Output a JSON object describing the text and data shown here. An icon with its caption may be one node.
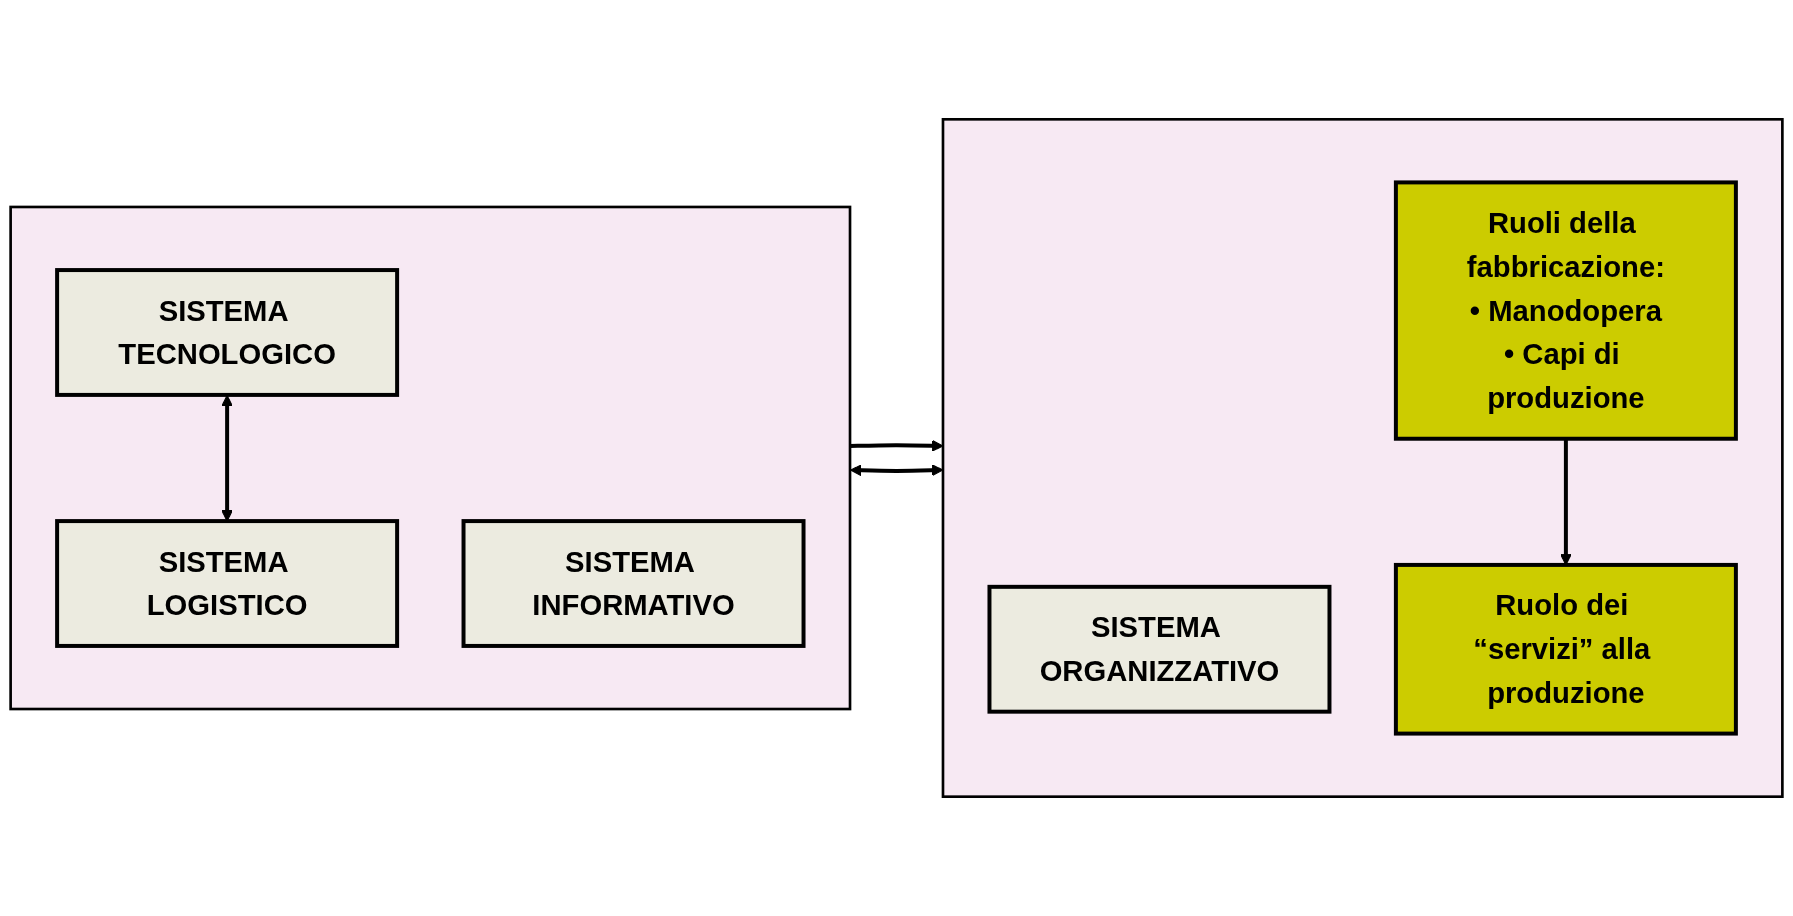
{
  "diagram": {
    "nodes": [
      {
        "text": [],
        "shape": "box"
      },
      {
        "text": [
          "SISTEMA TECNOLOGICO"
        ],
        "in": 0
      },
      {
        "text": [
          "SISTEMA INFORMATIVO"
        ],
        "in": 0
      },
      {
        "text": [
          "SISTEMA LOGISTICO"
        ],
        "in": 0
      },
      {
        "text": [],
        "shape": "box"
      },
      {
        "text": [
          "SISTEMA ORGANIZZATIVO"
        ],
        "in": 4
      },
      {
        "text": [
          "Ruoli della fabbricazione:",
          "• Manodopera",
          "• Capi di produzione"
        ],
        "in": 4
      },
      {
        "text": [
          "Ruolo dei “servizi” alla produzione"
        ],
        "in": 4
      }
    ],
    "edges": [
      {
        "from": 1,
        "to": 3,
        "arrow": "both"
      },
      {
        "from": 0,
        "to": 4,
        "arrow": "to"
      },
      {
        "from": 6,
        "to": 7,
        "arrow": "to"
      },
      {
        "from": 0,
        "to": 4,
        "arrow": "both"
      }
    ]
  }
}
